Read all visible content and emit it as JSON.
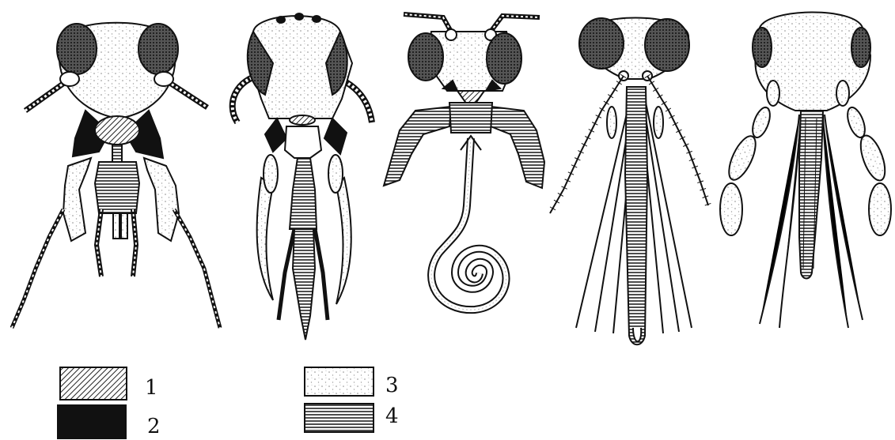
{
  "legend": {
    "items": [
      {
        "label": "1",
        "pattern": "hatched"
      },
      {
        "label": "2",
        "pattern": "solid-black"
      },
      {
        "label": "3",
        "pattern": "stippled"
      },
      {
        "label": "4",
        "pattern": "horizontal-lines"
      }
    ]
  },
  "colors": {
    "ink": "#111111",
    "stipple": "#9a9a9a",
    "paper": "#ffffff"
  }
}
